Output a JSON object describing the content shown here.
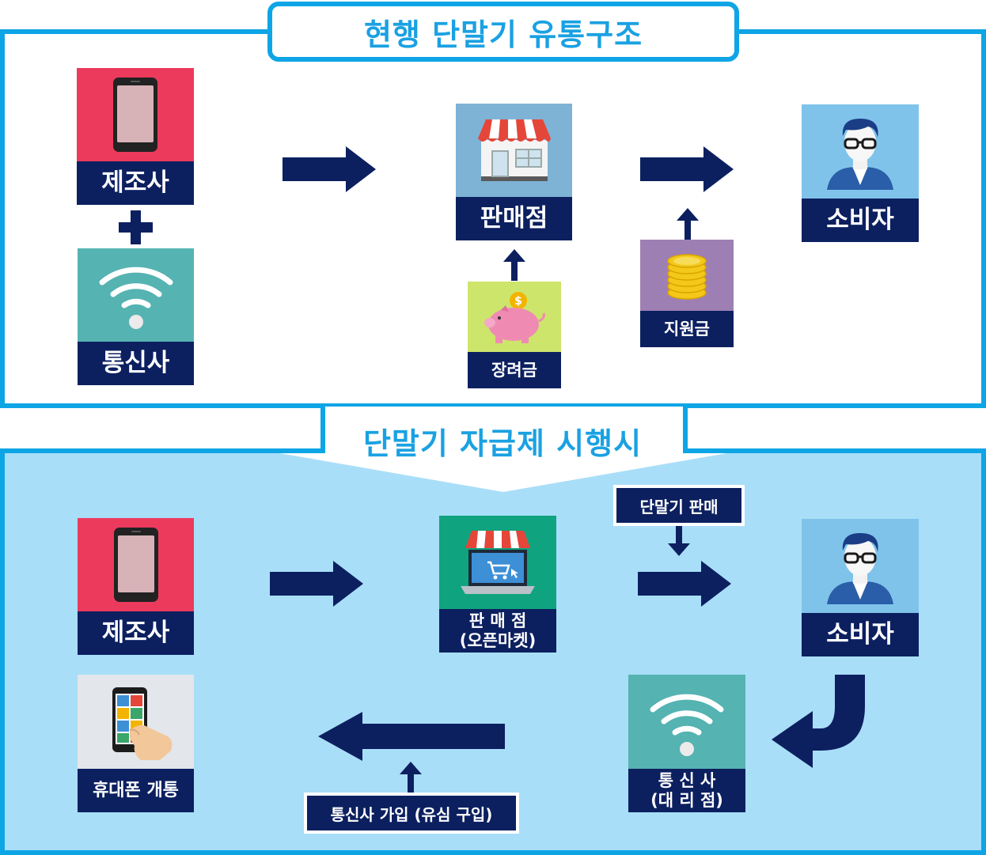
{
  "top": {
    "title": "현행 단말기 유통구조",
    "manufacturer": {
      "label": "제조사",
      "icon": "smartphone-icon"
    },
    "carrier": {
      "label": "통신사",
      "icon": "wifi-icon"
    },
    "store": {
      "label": "판매점",
      "icon": "storefront-icon"
    },
    "incentive": {
      "label": "장려금",
      "icon": "piggy-bank-icon"
    },
    "subsidy": {
      "label": "지원금",
      "icon": "coin-stack-icon"
    },
    "consumer": {
      "label": "소비자",
      "icon": "person-icon"
    }
  },
  "bottom": {
    "title": "단말기 자급제 시행시",
    "manufacturer": {
      "label": "제조사",
      "icon": "smartphone-icon"
    },
    "open_market": {
      "label_line1": "판 매 점",
      "label_line2": "(오픈마켓)",
      "icon": "online-store-icon"
    },
    "device_sales_tag": "단말기 판매",
    "consumer": {
      "label": "소비자",
      "icon": "person-icon"
    },
    "carrier": {
      "label_line1": "통 신 사",
      "label_line2": "(대 리 점)",
      "icon": "wifi-icon"
    },
    "activation": {
      "label": "휴대폰 개통",
      "icon": "phone-in-hand-icon"
    },
    "subscribe_tag": "통신사 가입 (유심 구입)"
  },
  "colors": {
    "frame": "#0ea5e6",
    "title_text": "#1aa1e2",
    "bottom_bg": "#a9def8",
    "navy": "#0c2060",
    "pink": "#ec3a5c",
    "teal": "#55b3b2",
    "store_blue": "#7eb3d6",
    "person_blue": "#7fc3ea",
    "lime": "#cde56b",
    "purple": "#9e7fb3",
    "green": "#0fa37f",
    "gray": "#e3e6ea"
  }
}
